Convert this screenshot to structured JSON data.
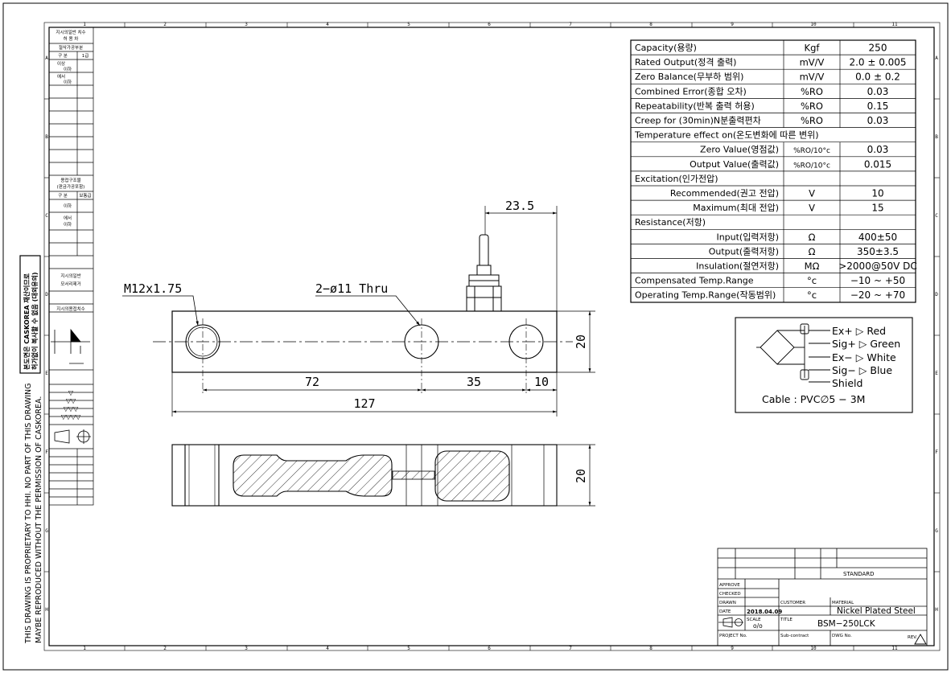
{
  "sheet": {
    "grid_numbers": [
      "1",
      "2",
      "3",
      "4",
      "5",
      "6",
      "7",
      "8",
      "9",
      "10",
      "11"
    ],
    "grid_letters": [
      "A",
      "B",
      "C",
      "D",
      "E",
      "F",
      "G",
      "H"
    ]
  },
  "side_notice": {
    "line1": "THIS DRAWING IS PROPRIETARY TO HHI.   NO PART OF THIS DRAWING",
    "line2": "MAYBE REPRODUCED WITHOUT THE PERMISSION OF CASKOREA."
  },
  "stamp": {
    "line1": "본도면은 CASKOREA 재산이므로",
    "line2": "허가없이 복사할 수 없음 (대외유의)"
  },
  "left_panel": {
    "r1": "지시의일반 치수",
    "r2": "허 용 차",
    "r3": "절삭가공부분",
    "r4a": "구 분",
    "r4b": "1급",
    "r5a": "이상",
    "r5b": "이하",
    "r6a": "에서",
    "r6b": "이하",
    "r7": "용접구조물",
    "r8": "(판금가공포함)",
    "r9a": "구 분",
    "r9b": "보통급",
    "r10": "이하",
    "r11a": "에서",
    "r11b": "이하",
    "r12a": "지시의일반",
    "r12b": "모서리제거",
    "r13": "지시의용접치수"
  },
  "drawing": {
    "dim_top": "23.5",
    "label_thread": "M12x1.75",
    "label_holes": "2−ø11 Thru",
    "dim_72": "72",
    "dim_35": "35",
    "dim_10": "10",
    "dim_127": "127",
    "dim_h1": "20",
    "dim_h2": "20"
  },
  "specs": {
    "rows": [
      {
        "label": "Capacity(용량)",
        "unit": "Kgf",
        "value": "250"
      },
      {
        "label": "Rated Output(정격 출력)",
        "unit": "mV/V",
        "value": "2.0 ± 0.005"
      },
      {
        "label": "Zero Balance(무부하 범위)",
        "unit": "mV/V",
        "value": "0.0 ± 0.2"
      },
      {
        "label": "Combined Error(종합 오차)",
        "unit": "%RO",
        "value": "0.03"
      },
      {
        "label": "Repeatability(반복 출력 허용)",
        "unit": "%RO",
        "value": "0.15"
      },
      {
        "label": "Creep for (30min)N분출력편차",
        "unit": "%RO",
        "value": "0.03"
      },
      {
        "label": "Temperature effect on(온도변화에 따른 변위)",
        "unit": "",
        "value": ""
      },
      {
        "label": "Zero Value(영점값)",
        "unit": "%RO/10°c",
        "value": "0.03"
      },
      {
        "label": "Output Value(출력값)",
        "unit": "%RO/10°c",
        "value": "0.015"
      },
      {
        "label": "Excitation(인가전압)",
        "unit": "",
        "value": ""
      },
      {
        "label": "Recommended(권고 전압)",
        "unit": "V",
        "value": "10"
      },
      {
        "label": "Maximum(최대 전압)",
        "unit": "V",
        "value": "15"
      },
      {
        "label": "Resistance(저항)",
        "unit": "",
        "value": ""
      },
      {
        "label": "Input(입력저항)",
        "unit": "Ω",
        "value": "400±50"
      },
      {
        "label": "Output(출력저항)",
        "unit": "Ω",
        "value": "350±3.5"
      },
      {
        "label": "Insulation(절연저항)",
        "unit": "MΩ",
        "value": ">2000@50V DC"
      },
      {
        "label": "Compensated Temp.Range",
        "unit": "°c",
        "value": "−10 ~ +50"
      },
      {
        "label": "Operating Temp.Range(작동범위)",
        "unit": "°c",
        "value": "−20 ~ +70"
      }
    ]
  },
  "wiring": {
    "w1": "Ex+  ▷ Red",
    "w2": "Sig+ ▷ Green",
    "w3": "Ex−  ▷ White",
    "w4": "Sig− ▷ Blue",
    "w5": "Shield",
    "cable": "Cable : PVC∅5 − 3M"
  },
  "title_block": {
    "standard": "STANDARD",
    "approve": "APPROVE",
    "checked": "CHECKED",
    "drawn": "DRAWN",
    "date_label": "DATE",
    "date": "2018.04.09",
    "customer_label": "CUSTOMER",
    "material_label": "MATERIAL",
    "material": "Nickel Plated Steel",
    "scale_label": "SCALE",
    "scale": "o/o",
    "title_label": "TITLE",
    "title": "BSM−250LCK",
    "project_label": "PROJECT No.",
    "subcontract_label": "Sub-contract",
    "dwg_label": "DWG No.",
    "rev_label": "REV."
  }
}
